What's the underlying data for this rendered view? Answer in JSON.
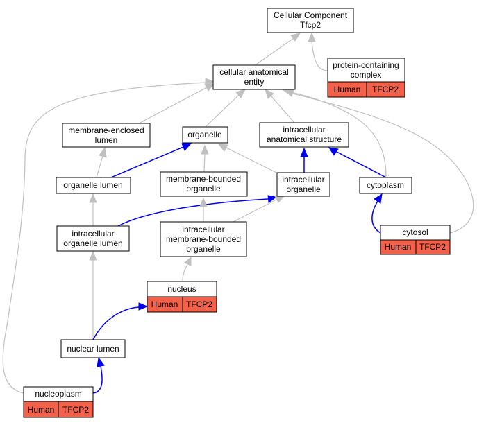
{
  "colors": {
    "badge_fill": "#f4614a",
    "edge_grey": "#c0c0c0",
    "edge_blue": "#0000ee"
  },
  "nodes": {
    "root": {
      "lines": [
        "Cellular Component",
        "Tfcp2"
      ]
    },
    "protein_complex": {
      "lines": [
        "protein-containing",
        "complex"
      ],
      "badge": [
        "Human",
        "TFCP2"
      ]
    },
    "cellular_anatomical_entity": {
      "lines": [
        "cellular anatomical",
        "entity"
      ]
    },
    "membrane_enclosed_lumen": {
      "lines": [
        "membrane-enclosed",
        "lumen"
      ]
    },
    "organelle": {
      "lines": [
        "organelle"
      ]
    },
    "intracellular_anatomical_structure": {
      "lines": [
        "intracellular",
        "anatomical structure"
      ]
    },
    "organelle_lumen": {
      "lines": [
        "organelle lumen"
      ]
    },
    "membrane_bounded_organelle": {
      "lines": [
        "membrane-bounded",
        "organelle"
      ]
    },
    "intracellular_organelle": {
      "lines": [
        "intracellular",
        "organelle"
      ]
    },
    "cytoplasm": {
      "lines": [
        "cytoplasm"
      ]
    },
    "intracellular_organelle_lumen": {
      "lines": [
        "intracellular",
        "organelle lumen"
      ]
    },
    "intracellular_membrane_bounded_organelle": {
      "lines": [
        "intracellular",
        "membrane-bounded",
        "organelle"
      ]
    },
    "cytosol": {
      "lines": [
        "cytosol"
      ],
      "badge": [
        "Human",
        "TFCP2"
      ]
    },
    "nucleus": {
      "lines": [
        "nucleus"
      ],
      "badge": [
        "Human",
        "TFCP2"
      ]
    },
    "nuclear_lumen": {
      "lines": [
        "nuclear lumen"
      ]
    },
    "nucleoplasm": {
      "lines": [
        "nucleoplasm"
      ],
      "badge": [
        "Human",
        "TFCP2"
      ]
    }
  }
}
